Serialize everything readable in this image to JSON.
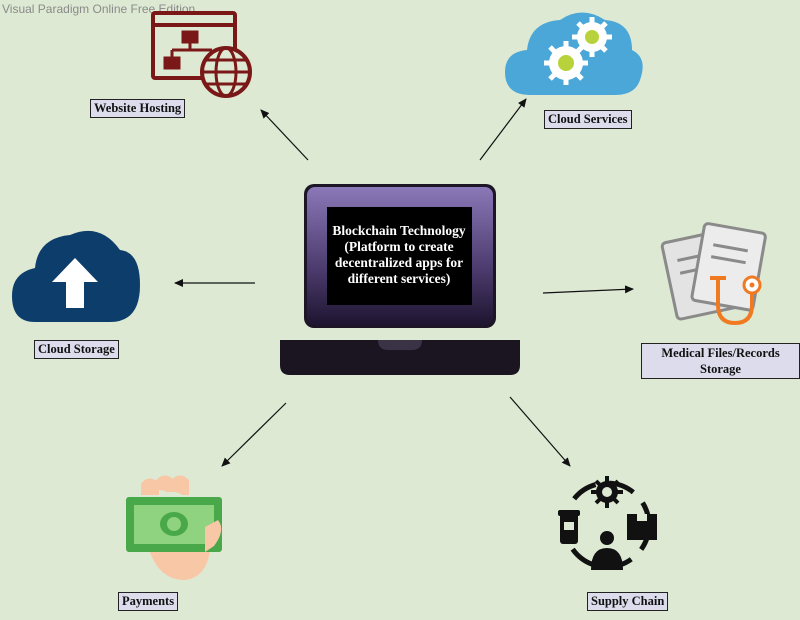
{
  "watermark": "Visual Paradigm Online Free Edition",
  "center": {
    "text": "Blockchain Technology (Platform to create decentralized apps for different services)"
  },
  "nodes": {
    "website_hosting": "Website Hosting",
    "cloud_services": "Cloud Services",
    "cloud_storage": "Cloud Storage",
    "medical": "Medical  Files/Records Storage",
    "payments": "Payments",
    "supply_chain": "Supply Chain"
  },
  "colors": {
    "background": "#dde9d3",
    "laptop_frame": "#7e6aa8",
    "screen": "#000000",
    "website_icon": "#7a1818",
    "cloud_services_icon": "#4aa7d8",
    "cloud_storage_icon": "#0d3d6b",
    "medical_icon_orange": "#f07a22",
    "payments_green": "#49a84a",
    "supply_chain_icon": "#111111"
  },
  "icons": [
    "website-hosting-icon",
    "cloud-services-icon",
    "cloud-storage-icon",
    "medical-records-icon",
    "payments-icon",
    "supply-chain-icon"
  ]
}
